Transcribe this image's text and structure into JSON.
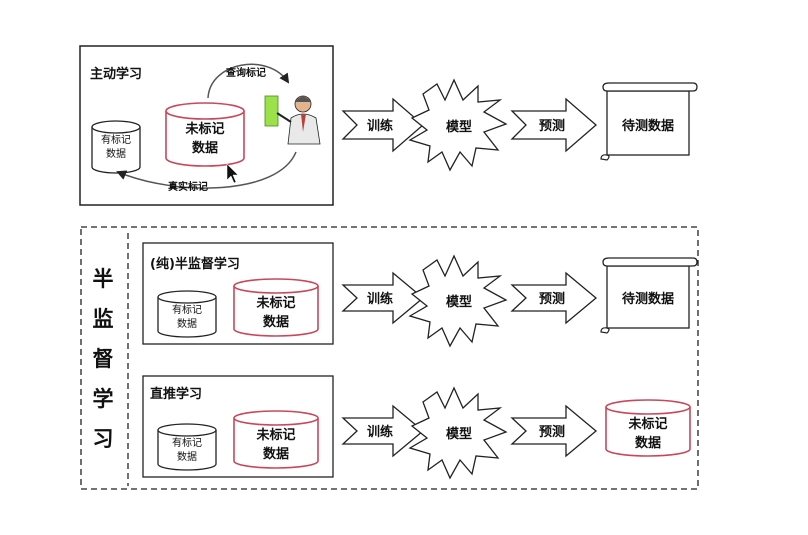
{
  "active": {
    "title": "主动学习",
    "labeled": [
      "有标记",
      "数据"
    ],
    "unlabeled": [
      "未标记",
      "数据"
    ],
    "query": "查询标记",
    "truth": "真实标记",
    "train": "训练",
    "model": "模型",
    "predict": "预测",
    "target": "待测数据"
  },
  "semi": {
    "side": [
      "半",
      "监",
      "督",
      "学",
      "习"
    ],
    "pure": {
      "title": "(纯)半监督学习",
      "labeled": [
        "有标记",
        "数据"
      ],
      "unlabeled": [
        "未标记",
        "数据"
      ],
      "train": "训练",
      "model": "模型",
      "predict": "预测",
      "target": "待测数据"
    },
    "trans": {
      "title": "直推学习",
      "labeled": [
        "有标记",
        "数据"
      ],
      "unlabeled": [
        "未标记",
        "数据"
      ],
      "train": "训练",
      "model": "模型",
      "predict": "预测",
      "target": [
        "未标记",
        "数据"
      ]
    }
  },
  "colors": {
    "accent": "#c8485a",
    "stroke": "#222222",
    "figure_screen": "#9be24a"
  }
}
